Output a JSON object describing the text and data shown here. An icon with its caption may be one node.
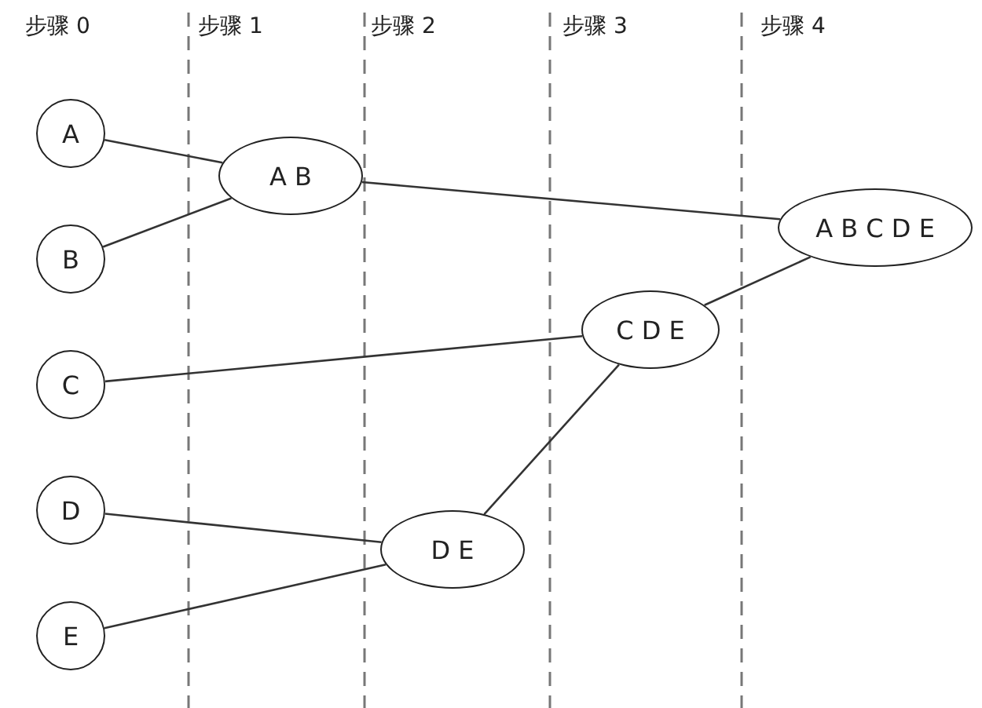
{
  "diagram": {
    "nodes": [
      {
        "text": [
          "A"
        ]
      },
      {
        "text": [
          "B"
        ]
      },
      {
        "text": [
          "C"
        ]
      },
      {
        "text": [
          "D"
        ]
      },
      {
        "text": [
          "E"
        ]
      },
      {
        "text": [
          "A B"
        ]
      },
      {
        "text": [
          "D E"
        ]
      },
      {
        "text": [
          "C D E"
        ]
      },
      {
        "text": [
          "A B C D E"
        ]
      }
    ],
    "edges": [
      {
        "from": 0,
        "to": 5,
        "arrow": "none"
      },
      {
        "from": 1,
        "to": 5,
        "arrow": "none"
      },
      {
        "from": 5,
        "to": 8,
        "arrow": "none"
      },
      {
        "from": 2,
        "to": 7,
        "arrow": "none"
      },
      {
        "from": 3,
        "to": 6,
        "arrow": "none"
      },
      {
        "from": 4,
        "to": 6,
        "arrow": "none"
      },
      {
        "from": 6,
        "to": 7,
        "arrow": "none"
      },
      {
        "from": 7,
        "to": 8,
        "arrow": "none"
      }
    ],
    "labels": [
      "步骤 0",
      "步骤 1",
      "步骤 2",
      "步骤 3",
      "步骤 4"
    ]
  }
}
